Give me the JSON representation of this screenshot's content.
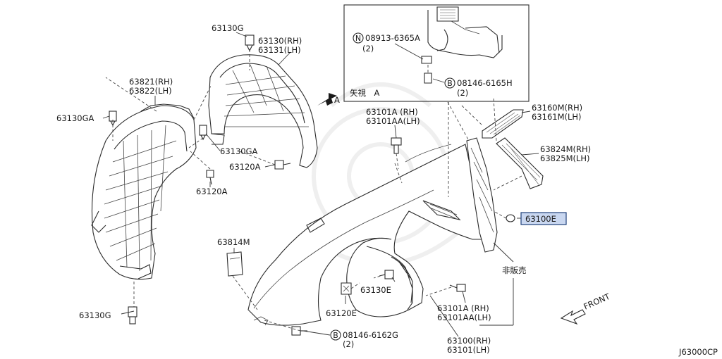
{
  "diagram_code": "J63000CP",
  "colors": {
    "line": "#2a2a2a",
    "highlight_box_fill": "#c9d7f0",
    "highlight_box_stroke": "#1f3f7a",
    "watermark": "#eeeeee"
  },
  "view_arrow_label": "A",
  "inset": {
    "view_label": "矢視　A",
    "parts": [
      {
        "circle": "N",
        "number": "08913-6365A",
        "qty": "(2)"
      },
      {
        "circle": "B",
        "number": "08146-6165H",
        "qty": "(2)"
      }
    ]
  },
  "labels": {
    "p63130G_top": "63130G",
    "p63130_rh": "63130(RH)",
    "p63131_lh": "63131(LH)",
    "p63821_rh": "63821(RH)",
    "p63822_lh": "63822(LH)",
    "p63130GA_left": "63130GA",
    "p63130GA_mid": "63130GA",
    "p63120A_mid": "63120A",
    "p63120A_low": "63120A",
    "p63101A_rh_top": "63101A (RH)",
    "p63101AA_lh_top": "63101AA(LH)",
    "p63160M_rh": "63160M(RH)",
    "p63161M_lh": "63161M(LH)",
    "p63824M_rh": "63824M(RH)",
    "p63825M_lh": "63825M(LH)",
    "p63100E": "63100E",
    "not_for_sale": "非販売",
    "p63814M": "63814M",
    "p63130E": "63130E",
    "p63120E": "63120E",
    "p63101A_rh_low": "63101A (RH)",
    "p63101AA_lh_low": "63101AA(LH)",
    "p63130G_bottom": "63130G",
    "bolt_circle": "B",
    "bolt_number": "08146-6162G",
    "bolt_qty": "(2)",
    "p63100_rh": "63100(RH)",
    "p63101_lh": "63101(LH)",
    "front": "FRONT"
  }
}
